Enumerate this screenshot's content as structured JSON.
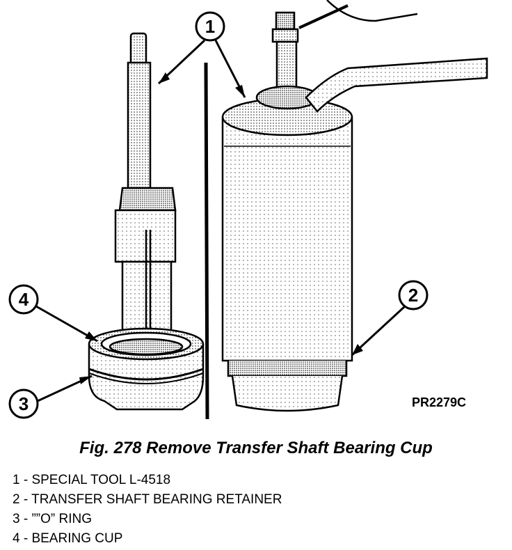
{
  "figure": {
    "code": "PR2279C",
    "caption": "Fig. 278 Remove Transfer Shaft Bearing Cup"
  },
  "callouts": {
    "c1": "1",
    "c2": "2",
    "c3": "3",
    "c4": "4"
  },
  "legend": [
    "1 - SPECIAL TOOL L-4518",
    "2 - TRANSFER SHAFT BEARING RETAINER",
    "3 - ””O” RING",
    "4 - BEARING CUP"
  ]
}
